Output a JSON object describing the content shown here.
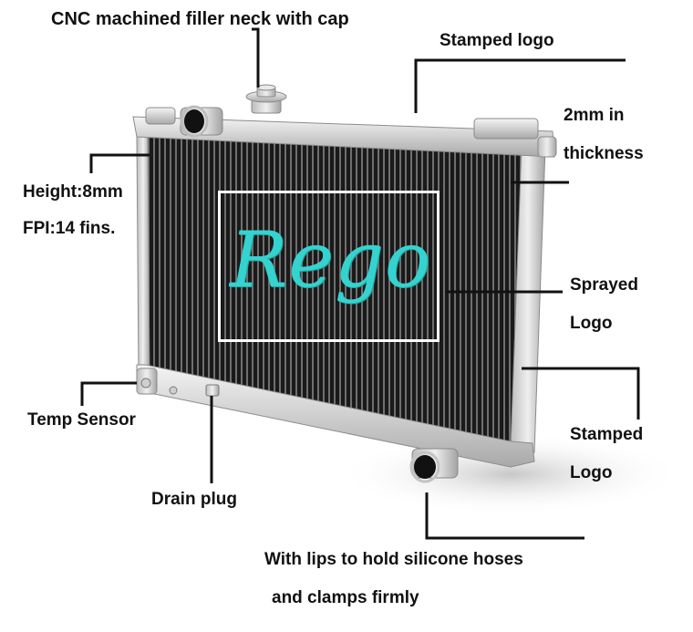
{
  "brand": {
    "logo_text": "Rego",
    "logo_color": "#35d3cf"
  },
  "callouts": {
    "filler_neck": "CNC machined filler neck with cap",
    "stamped_logo_top": "Stamped logo",
    "thickness_line1": "2mm in",
    "thickness_line2": "thickness",
    "height": "Height:8mm",
    "fpi": "FPI:14 fins.",
    "sprayed_line1": "Sprayed",
    "sprayed_line2": "Logo",
    "temp_sensor": "Temp Sensor",
    "stamped_bottom_line1": "Stamped",
    "stamped_bottom_line2": "Logo",
    "drain_plug": "Drain plug",
    "lips_line1": "With lips to hold silicone hoses",
    "lips_line2": "and clamps firmly"
  },
  "colors": {
    "core": "#1b1b1b",
    "aluminum": "#d8d8d8",
    "leader_line": "#111111"
  }
}
